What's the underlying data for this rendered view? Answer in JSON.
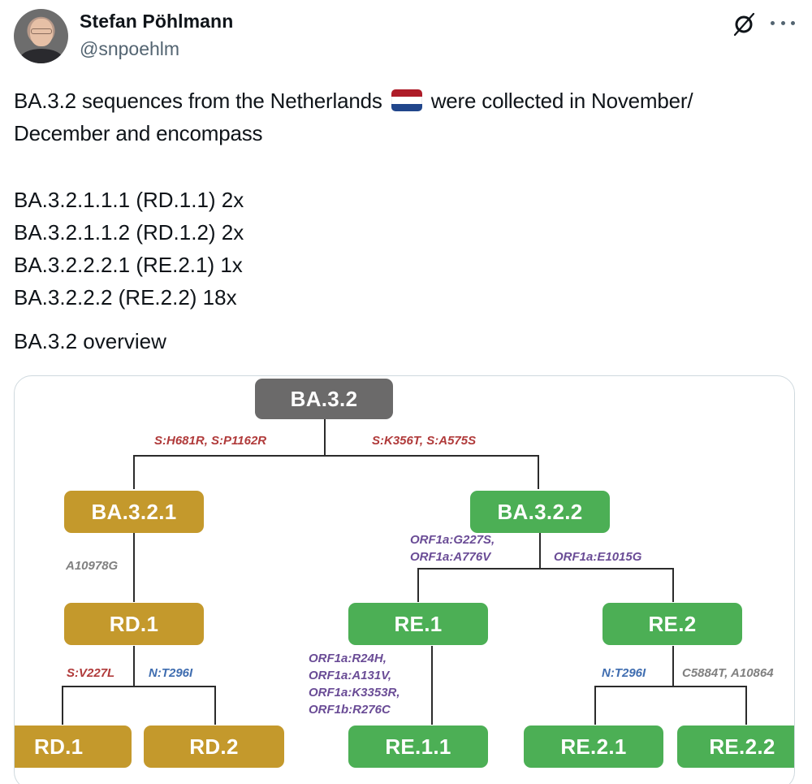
{
  "author": {
    "display_name": "Stefan Pöhlmann",
    "handle": "@snpoehlm",
    "avatar_icon": "profile-photo"
  },
  "header_actions": {
    "grok_icon": "grok-slash-circle-icon",
    "more_icon": "more-horizontal-icon"
  },
  "tweet": {
    "line1_before_flag": "BA.3.2 sequences from the Netherlands",
    "flag": "🇳🇱",
    "flag_colors": [
      "#ae1c28",
      "#ffffff",
      "#21468b"
    ],
    "line1_after_flag": "were collected in November/",
    "line2": "December and encompass",
    "lineages": [
      "BA.3.2.1.1.1 (RD.1.1) 2x",
      "BA.3.2.1.1.2 (RD.1.2) 2x",
      "BA.3.2.2.2.1 (RE.2.1) 1x",
      "BA.3.2.2.2 (RE.2.2) 18x"
    ],
    "image_caption": "BA.3.2 overview"
  },
  "diagram": {
    "colors": {
      "root": "#6b6a6a",
      "ba321_clade": "#c4992c",
      "ba322_clade": "#4caf55",
      "spike_mutation": "#b03a3a",
      "orf_mutation": "#6a4c96",
      "n_mutation": "#3f6db0",
      "nucleotide_mutation": "#808080"
    },
    "nodes": {
      "root": "BA.3.2",
      "ba321": "BA.3.2.1",
      "ba322": "BA.3.2.2",
      "rd1": "RD.1",
      "rd1_child": "RD.1",
      "rd2": "RD.2",
      "re1": "RE.1",
      "re11": "RE.1.1",
      "re2": "RE.2",
      "re21": "RE.2.1",
      "re22": "RE.2.2"
    },
    "mutations": {
      "root_to_ba321": "S:H681R, S:P1162R",
      "root_to_ba322": "S:K356T, S:A575S",
      "ba321_to_rd1": "A10978G",
      "rd1_to_rd1": "S:V227L",
      "rd1_to_rd2": "N:T296I",
      "ba322_to_re1_line1": "ORF1a:G227S,",
      "ba322_to_re1_line2": "ORF1a:A776V",
      "ba322_to_re2": "ORF1a:E1015G",
      "re1_to_re11_line1": "ORF1a:R24H,",
      "re1_to_re11_line2": "ORF1a:A131V,",
      "re1_to_re11_line3": "ORF1a:K3353R,",
      "re1_to_re11_line4": "ORF1b:R276C",
      "re2_to_re21": "N:T296I",
      "re2_to_re22": "C5884T, A10864"
    }
  }
}
